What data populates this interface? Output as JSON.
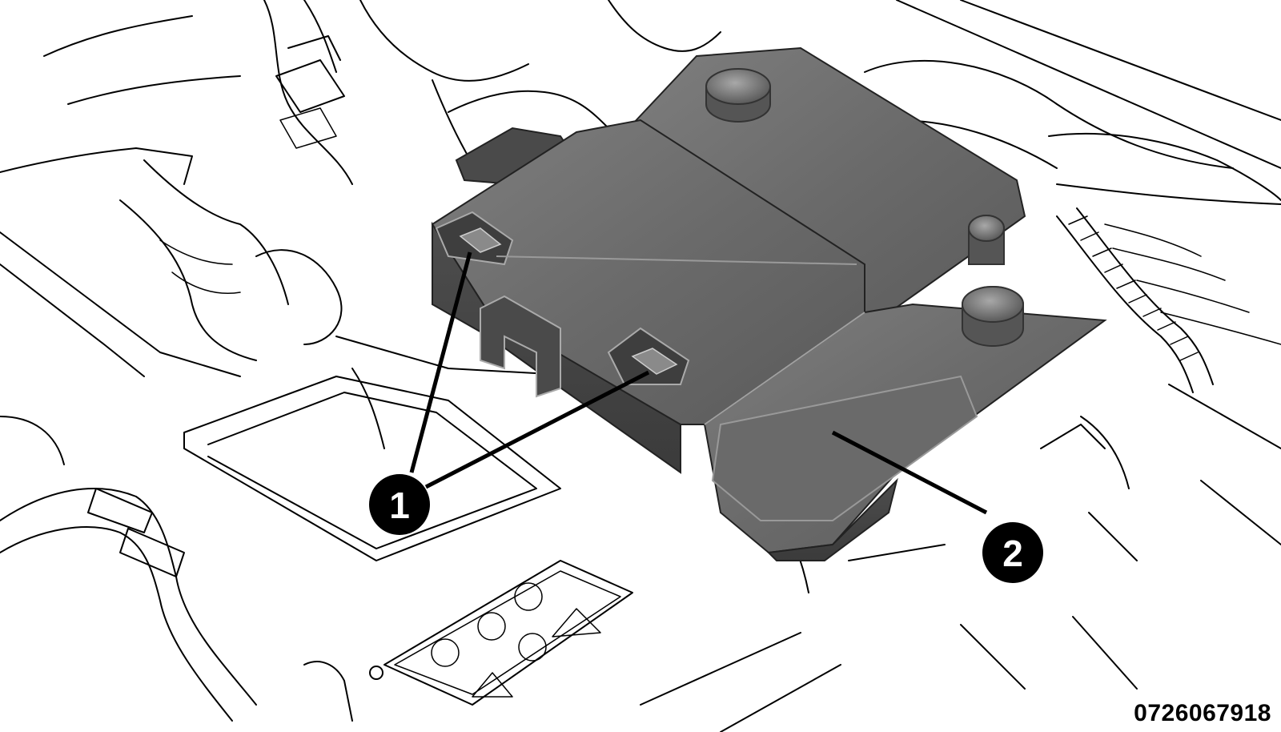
{
  "callouts": [
    {
      "number": "1",
      "target": "cover-release-tabs"
    },
    {
      "number": "2",
      "target": "cover"
    }
  ],
  "figure_id": "0726067918",
  "colors": {
    "line": "#000000",
    "background": "#ffffff",
    "cover_light": "#8c8c8c",
    "cover_dark": "#5a5a5a",
    "callout_fill": "#000000",
    "callout_text": "#ffffff"
  }
}
